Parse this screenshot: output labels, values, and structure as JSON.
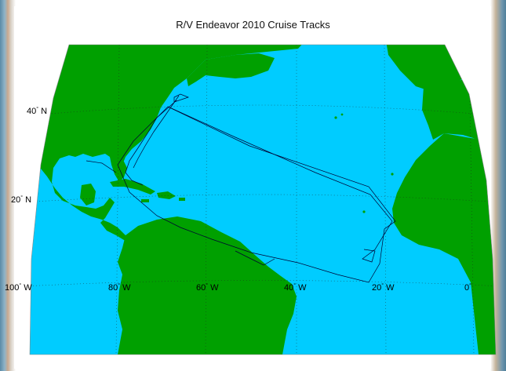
{
  "title": "R/V Endeavor 2010 Cruise Tracks",
  "latitude_labels": [
    {
      "id": "lat-40",
      "text": "40 N",
      "deg": "40",
      "hem": "N",
      "lat": 40
    },
    {
      "id": "lat-20",
      "text": "20 N",
      "deg": "20",
      "hem": "N",
      "lat": 20
    }
  ],
  "longitude_labels": [
    {
      "id": "lon-100",
      "deg": "100",
      "hem": "W",
      "lon": -100
    },
    {
      "id": "lon-80",
      "deg": "80",
      "hem": "W",
      "lon": -80
    },
    {
      "id": "lon-60",
      "deg": "60",
      "hem": "W",
      "lon": -60
    },
    {
      "id": "lon-40",
      "deg": "40",
      "hem": "W",
      "lon": -40
    },
    {
      "id": "lon-20",
      "deg": "20",
      "hem": "W",
      "lon": -20
    },
    {
      "id": "lon-0",
      "deg": "0",
      "hem": "",
      "lon": 0
    }
  ],
  "colors": {
    "ocean": "#00ccff",
    "land": "#00a000",
    "track": "#000033",
    "grid": "#000000"
  }
}
